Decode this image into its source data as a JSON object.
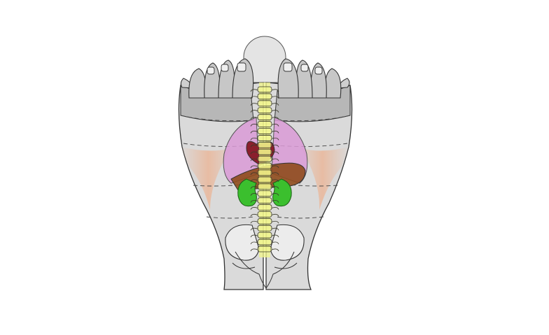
{
  "figure": {
    "subject": "reflexology-feet-overlay-back",
    "labels": []
  },
  "colors": {
    "background": "#ffffff",
    "skin_grey": "#d9d9d9",
    "skin_grey_dark": "#b9b9b9",
    "outline": "#2e2e2e",
    "lungs": "#d99ad6",
    "heart": "#8a1f2c",
    "liver": "#8e4b1c",
    "kidneys": "#3bbf2e",
    "spine": "#f2f58a",
    "flank_tint": "#eab79a",
    "bone": "#e9e9e9"
  },
  "organs": [
    "lungs",
    "heart",
    "liver",
    "kidneys",
    "spine",
    "pelvis"
  ]
}
